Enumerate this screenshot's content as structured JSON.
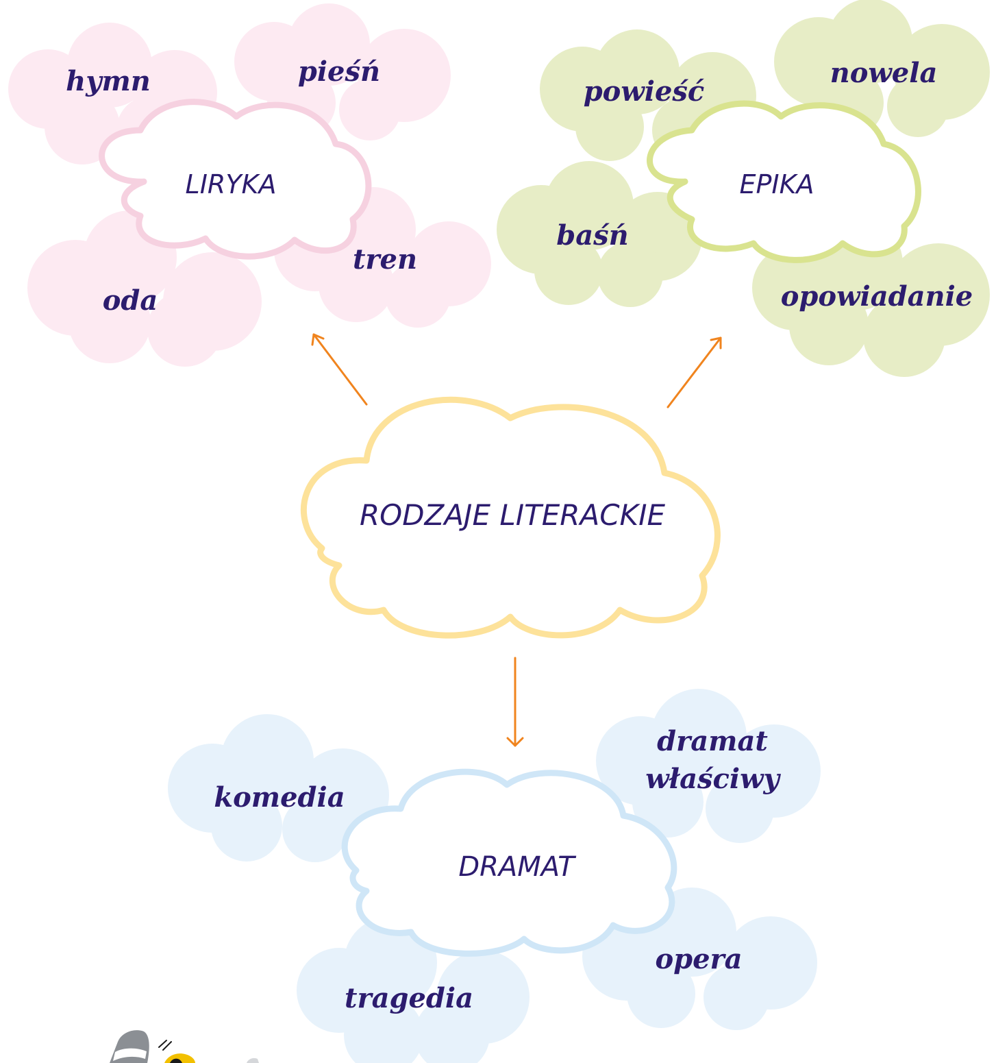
{
  "center": {
    "label": "RODZAJE LITERACKIE"
  },
  "liryka": {
    "label": "LIRYKA",
    "items": [
      "hymn",
      "pieśń",
      "tren",
      "oda"
    ]
  },
  "epika": {
    "label": "EPIKA",
    "items": [
      "powieść",
      "nowela",
      "baśń",
      "opowiadanie"
    ]
  },
  "dramat": {
    "label": "DRAMAT",
    "items": [
      "komedia",
      "dramat",
      "właściwy",
      "opera",
      "tragedia"
    ]
  },
  "colors": {
    "text": "#2c1c6e",
    "arrow": "#f0841e",
    "liryka_fill": "#fdeaf2",
    "liryka_stroke": "#f6d1e0",
    "epika_fill": "#e7edc6",
    "epika_stroke": "#d9e38f",
    "dramat_fill": "#e7f2fb",
    "dramat_stroke": "#cfe6f7",
    "center_stroke": "#fde29a"
  }
}
